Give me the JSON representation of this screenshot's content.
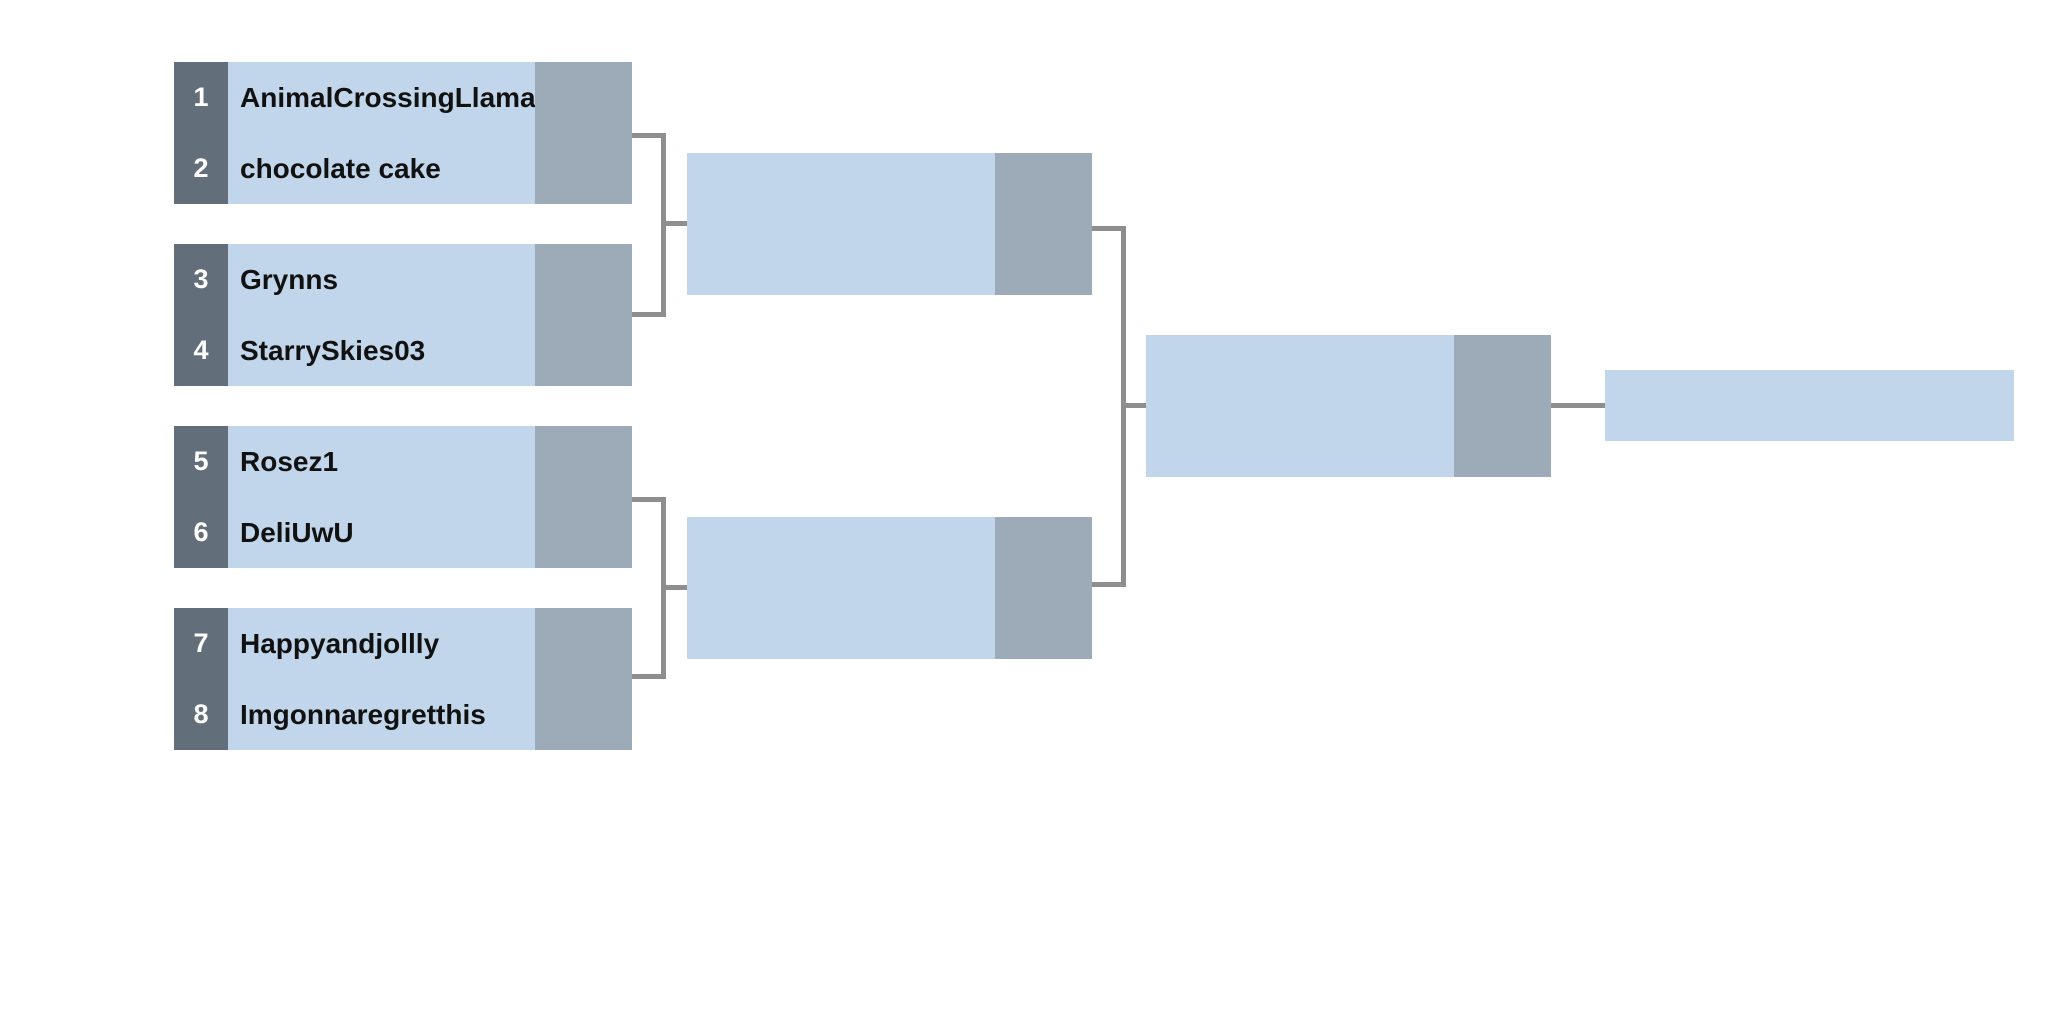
{
  "colors": {
    "seed_bg": "#636e7b",
    "name_bg": "#c1d6eb",
    "score_bg": "#9dabb9",
    "connector": "#8e8e8e"
  },
  "round1": [
    {
      "seed": "1",
      "name": "AnimalCrossingLlama"
    },
    {
      "seed": "2",
      "name": "chocolate cake"
    },
    {
      "seed": "3",
      "name": "Grynns"
    },
    {
      "seed": "4",
      "name": "StarrySkies03"
    },
    {
      "seed": "5",
      "name": "Rosez1"
    },
    {
      "seed": "6",
      "name": "DeliUwU"
    },
    {
      "seed": "7",
      "name": "Happyandjollly"
    },
    {
      "seed": "8",
      "name": "Imgonnaregretthis"
    }
  ]
}
